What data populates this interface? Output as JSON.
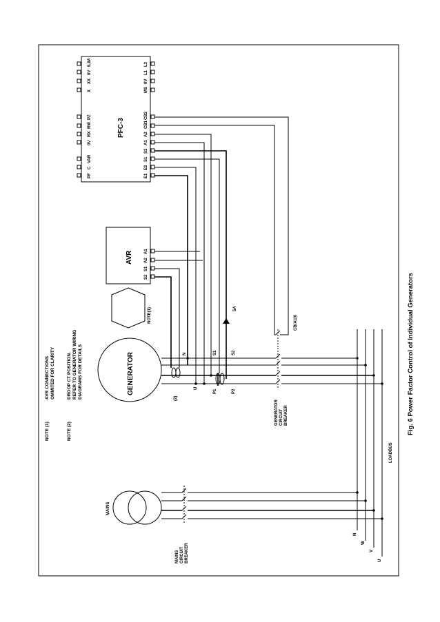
{
  "caption": "Fig. 6 Power Factor Control of Individual Generators",
  "notes": {
    "n1_tag": "NOTE (1)",
    "n1_l1": "AVR CONNECTIONS",
    "n1_l2": "OMMITED FOR CLARITY",
    "n2_tag": "NOTE (2)",
    "n2_l1": "DROOP CT POSITION.",
    "n2_l2": "REFER TO GENERATOR WIRING",
    "n2_l3": "DIAGRAMS FOR DETAILS"
  },
  "pfc": {
    "title": "PFC-3",
    "left_terms": [
      "L3",
      "L1",
      "0V",
      "MS"
    ],
    "left_terms2": [
      "CB2",
      "CB1",
      "A2",
      "A1",
      "S2",
      "S1",
      "E2",
      "E1"
    ],
    "right_terms": [
      "ILIM",
      "0V",
      "XX",
      "X"
    ],
    "right_terms2": [
      "PZ",
      "RW",
      "RX",
      "0V",
      "VAR",
      "C",
      "PF"
    ]
  },
  "avr": {
    "title": "AVR",
    "terms": [
      "A1",
      "A2",
      "S1",
      "S2"
    ]
  },
  "generator": {
    "title": "GENERATOR",
    "note_ref": "NOTE(1)",
    "ct_ref": "(2)",
    "phase_n": "N",
    "phase_u": "U"
  },
  "ct": {
    "s1": "S1",
    "s2": "S2",
    "p1": "P1",
    "p2": "P2",
    "sa": "5A"
  },
  "breakers": {
    "gen_l1": "GENERATOR",
    "gen_l2": "CIRCUIT",
    "gen_l3": "BREAKER",
    "aux": "CB/AUX",
    "mains_l1": "MAINS",
    "mains_l2": "CIRCUIT",
    "mains_l3": "BREAKER"
  },
  "mains": {
    "title": "MAINS"
  },
  "busbar": {
    "title": "LOADBUS",
    "phases": [
      "N",
      "W",
      "V",
      "U"
    ]
  }
}
